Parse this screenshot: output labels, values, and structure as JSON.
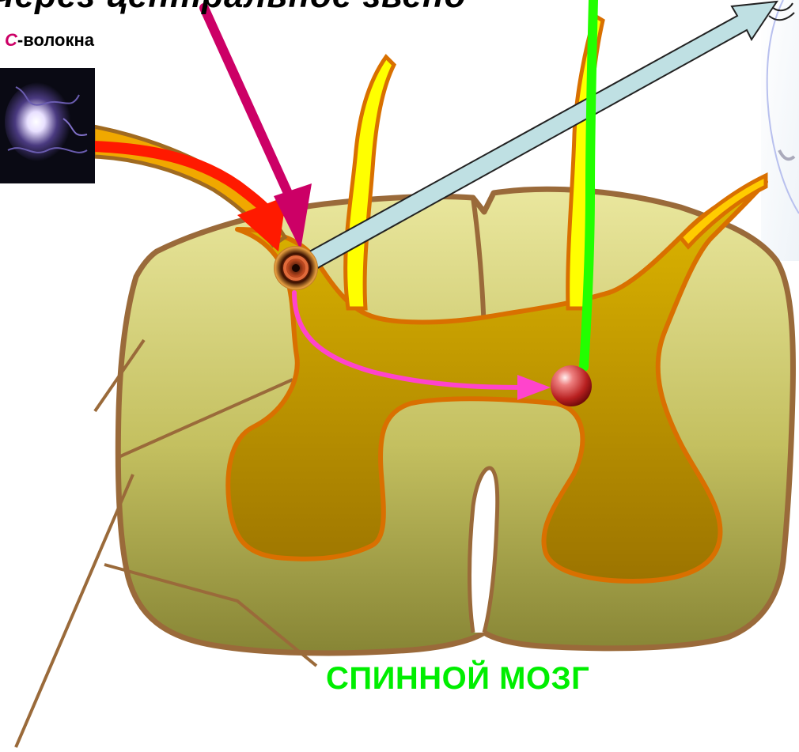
{
  "diagram": {
    "top_title": "через центральное звено",
    "fiber_label": {
      "letter": "С",
      "rest": "-волокна"
    },
    "cord_label": "СПИННОЙ МОЗГ"
  },
  "colors": {
    "background": "#ffffff",
    "white_matter_top": "#e6e39a",
    "white_matter_bottom": "#8c8a3a",
    "outline": "#9a6a3a",
    "gray_matter_top": "#dbb400",
    "gray_matter_bottom": "#a07800",
    "gray_matter_outline": "#d97000",
    "root_fill": "#ffff00",
    "red_arrow": "#ff1a00",
    "magenta_arrow": "#cc0066",
    "pink_path": "#ff44cc",
    "green_tract": "#22ff00",
    "light_blue_arrow": "#bfe0e3",
    "cord_label": "#00ee00"
  },
  "icons": [
    "pain-stimulus-image",
    "receptor-neuron-icon",
    "motor-neuron-ball-icon",
    "brain-partial-image"
  ]
}
